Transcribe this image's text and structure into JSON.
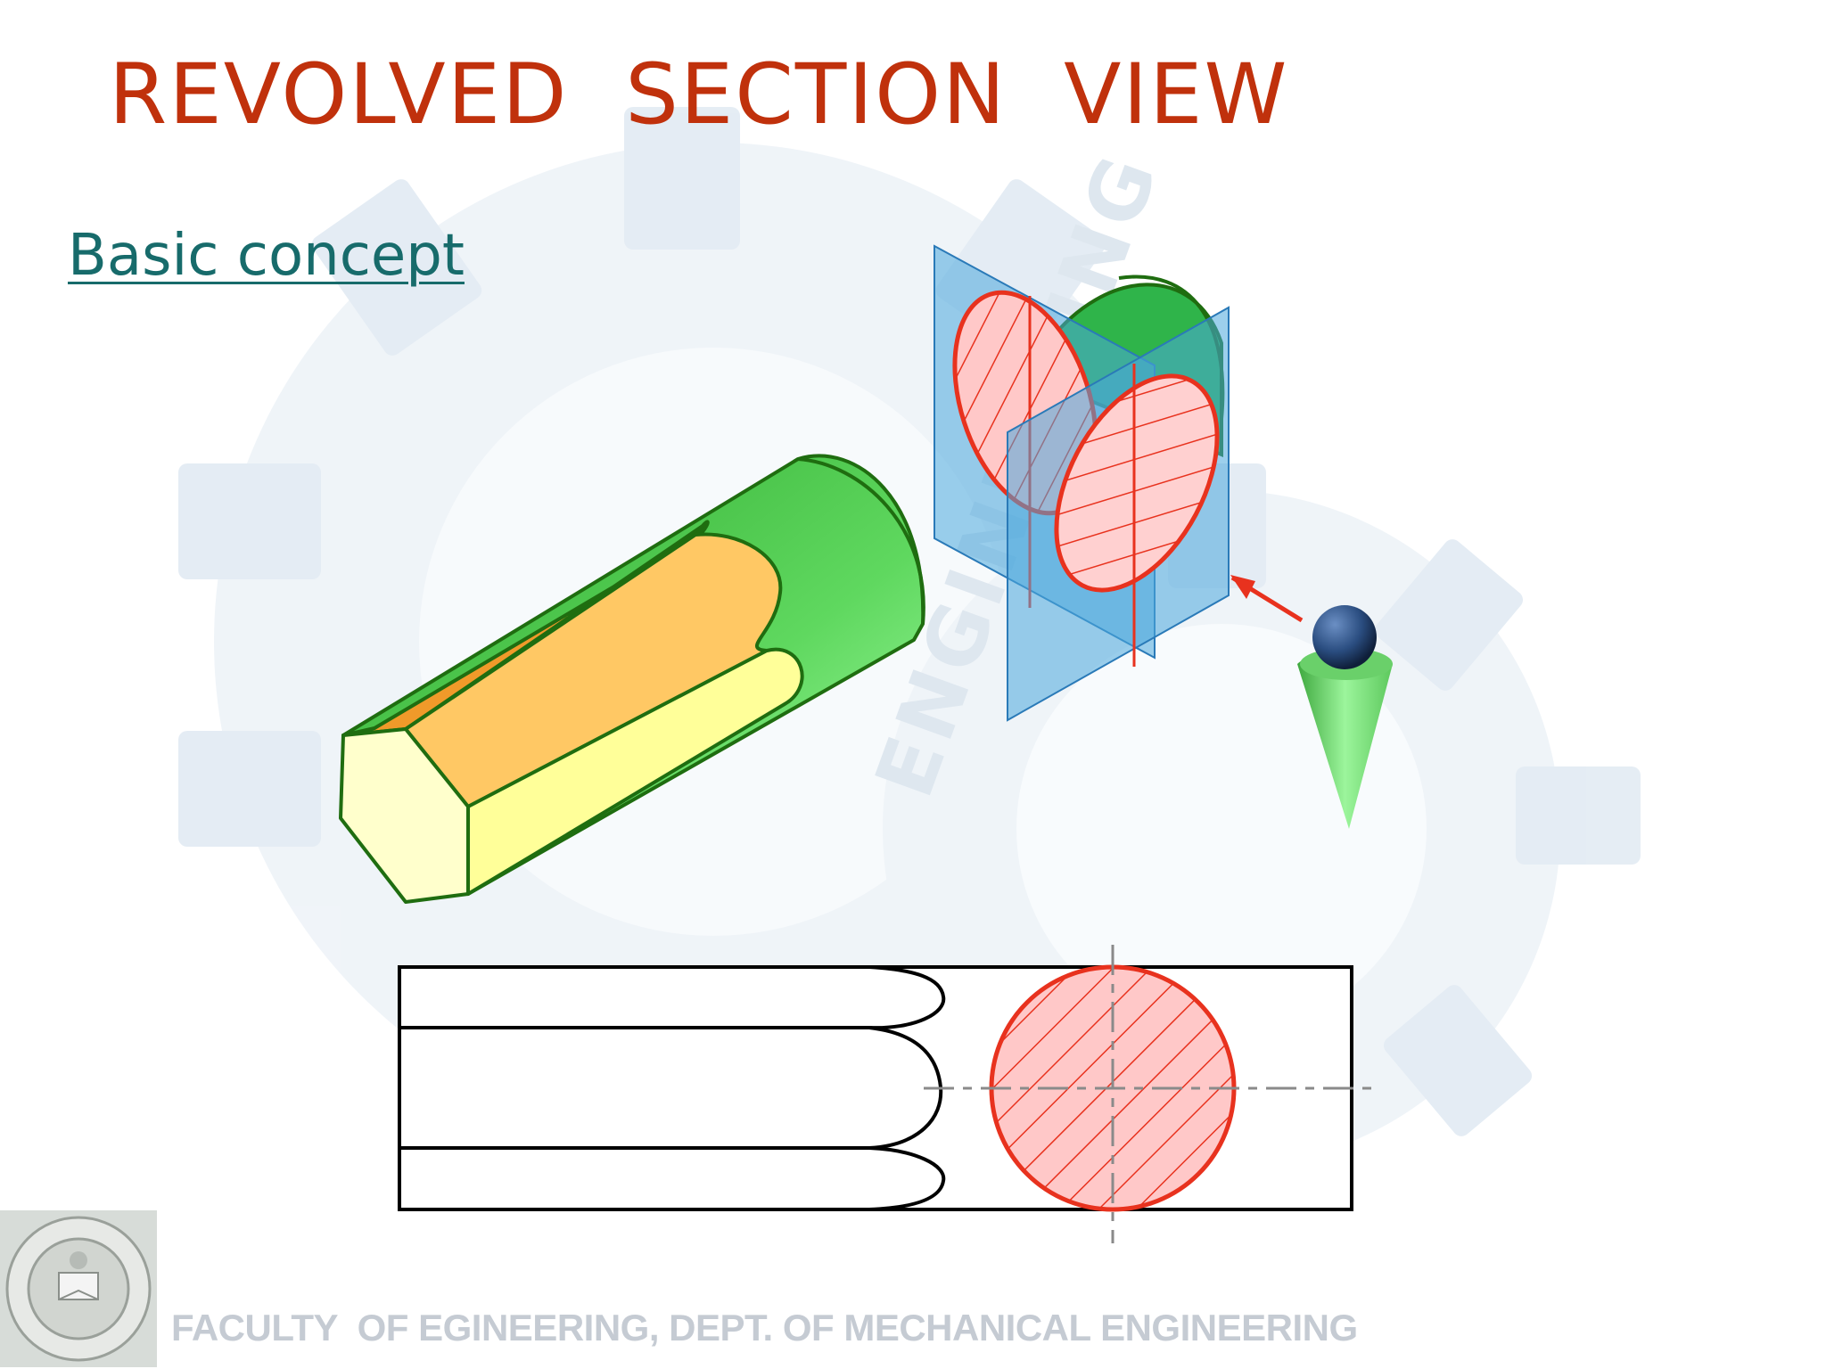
{
  "slide": {
    "title": "REVOLVED  SECTION  VIEW",
    "subtitle": "Basic concept",
    "footer": "FACULTY  OF EGINEERING, DEPT. OF MECHANICAL ENGINEERING",
    "watermark": "ENGINEERING"
  },
  "colors": {
    "title": "#c0310c",
    "subtitle": "#176b6b",
    "part_green": "#4cc84c",
    "part_outline": "#1f6d10",
    "flat_orange": "#f0a035",
    "flat_light": "#ffff99",
    "section_red": "#e8321e",
    "section_fill": "#ffc8c8",
    "cutting_plane": "#4aa8dc",
    "footer": "#c5cbd3"
  },
  "icons": [
    "gear-watermark",
    "viewer-eye-icon",
    "university-seal-icon"
  ]
}
